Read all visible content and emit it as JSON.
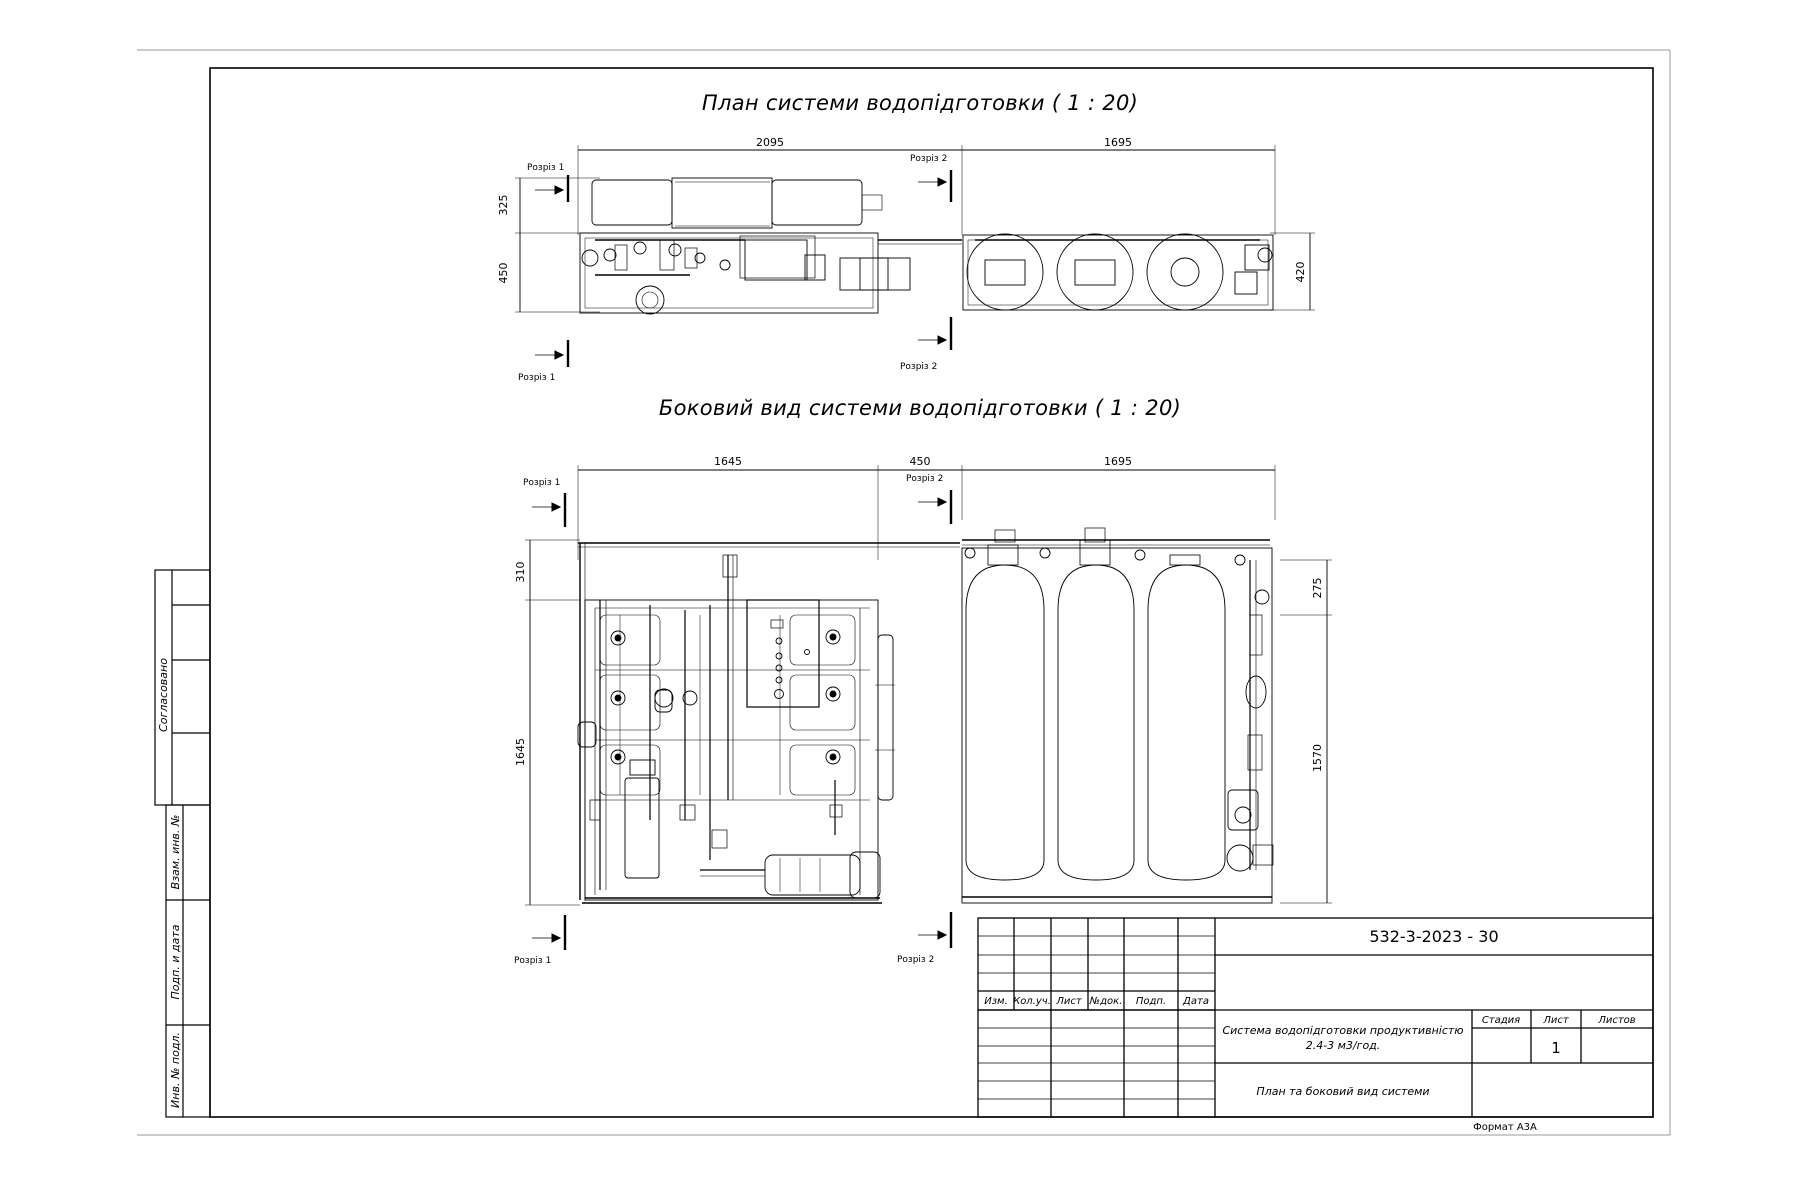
{
  "titles": {
    "plan": "План системи водопідготовки ( 1 : 20)",
    "side": "Боковий вид системи водопідготовки ( 1 : 20)"
  },
  "plan_view": {
    "dims": {
      "len_left": "2095",
      "len_right": "1695",
      "h_top": "325",
      "h_mid": "450",
      "h_right": "420"
    },
    "section_labels": {
      "s1_top": "Розріз 1",
      "s1_bot": "Розріз 1",
      "s2_top": "Розріз 2",
      "s2_bot": "Розріз 2"
    }
  },
  "side_view": {
    "dims": {
      "len_left": "1645",
      "len_gap": "450",
      "len_right": "1695",
      "h_top": "310",
      "h_main": "1645",
      "h_right_top": "275",
      "h_right_main": "1570"
    },
    "section_labels": {
      "s1_top": "Розріз 1",
      "s1_bot": "Розріз 1",
      "s2_top": "Розріз 2",
      "s2_bot": "Розріз 2"
    }
  },
  "side_stamp": {
    "agreed": "Согласовано",
    "vzam": "Взам. инв. №",
    "podp_data": "Подп. и дата",
    "inv": "Инв. № подл."
  },
  "stamp": {
    "code": "532-3-2023 - 30",
    "col_headers": [
      "Изм.",
      "Кол.уч.",
      "Лист",
      "№док.",
      "Подп.",
      "Дата"
    ],
    "system_line1": "Система водопідготовки продуктивністю",
    "system_line2": "2.4-3 м3/год.",
    "stage_label": "Стадия",
    "sheet_label": "Лист",
    "sheets_label": "Листов",
    "sheet_value": "1",
    "drawing_title": "План та боковий вид системи",
    "format": "Формат А3А"
  }
}
